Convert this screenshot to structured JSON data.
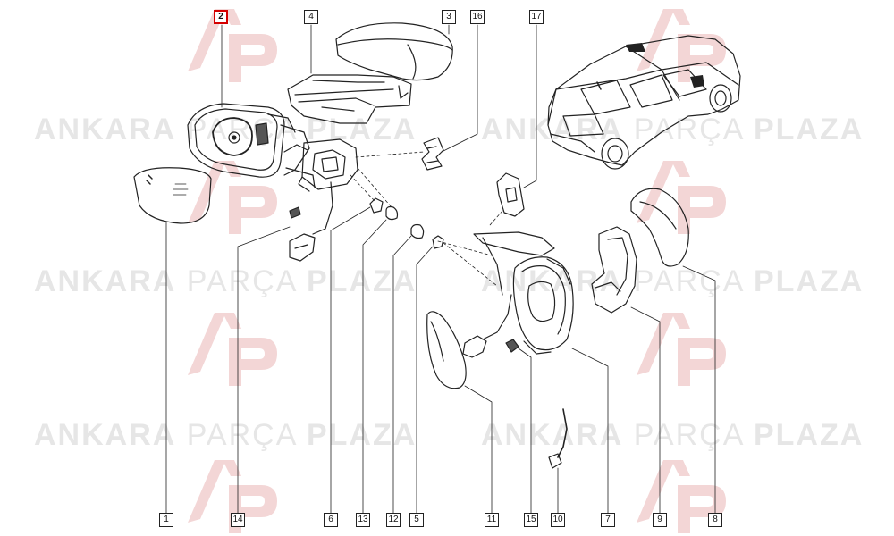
{
  "watermark": {
    "word1": "ANKARA",
    "word2": "PARÇA",
    "word3": "PLAZA"
  },
  "callouts": {
    "c1": "1",
    "c2": "2",
    "c3": "3",
    "c4": "4",
    "c5": "5",
    "c6": "6",
    "c7": "7",
    "c8": "8",
    "c9": "9",
    "c10": "10",
    "c11": "11",
    "c12": "12",
    "c13": "13",
    "c14": "14",
    "c15": "15",
    "c16": "16",
    "c17": "17"
  },
  "highlighted_callout": "2",
  "colors": {
    "highlight": "#d40000",
    "line": "#222222",
    "watermark": "#e6e6e6",
    "logo": "#f3d6d6"
  }
}
